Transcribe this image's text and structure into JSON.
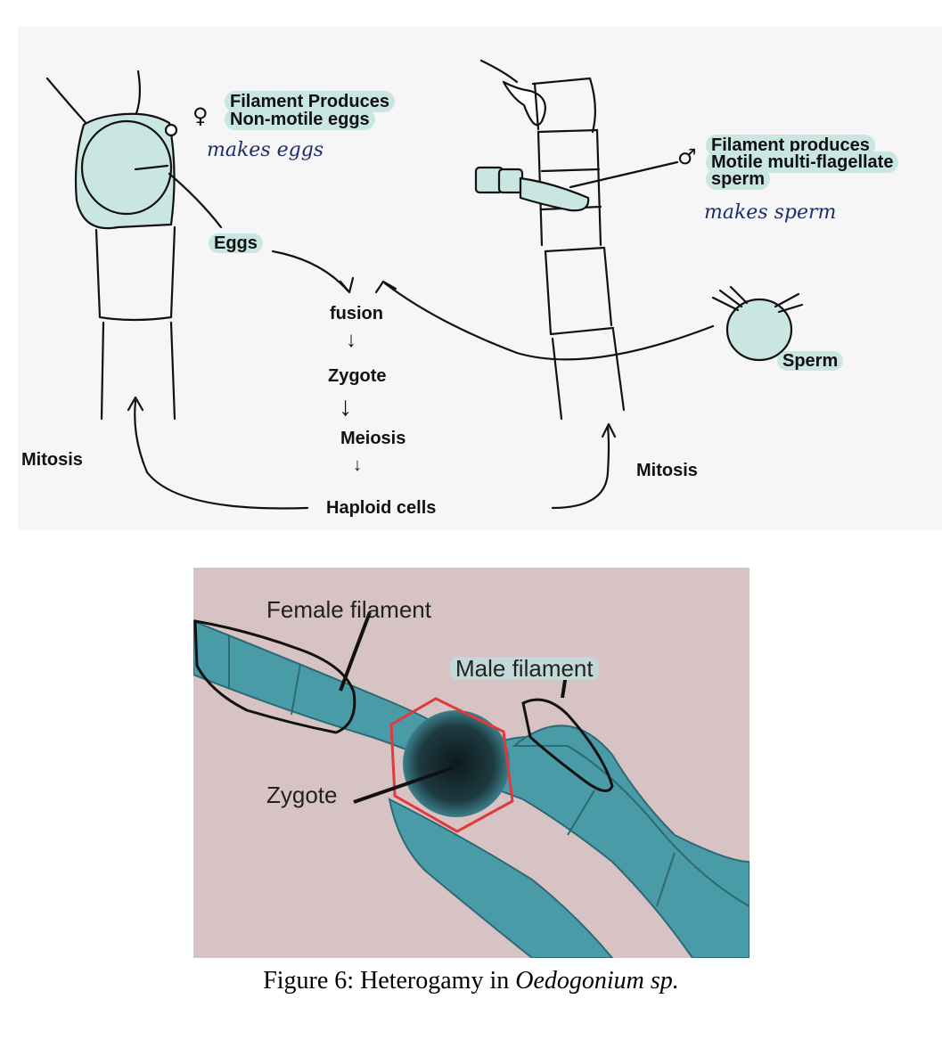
{
  "diagram": {
    "female_note": {
      "line1": "Filament Produces",
      "line2": "Non-motile eggs"
    },
    "female_handwritten": "makes eggs",
    "male_note": {
      "line1": "Filament produces",
      "line2": "Motile multi-flagellate",
      "line3": "sperm"
    },
    "male_handwritten": "makes sperm",
    "female_symbol": "♀",
    "male_symbol": "♂",
    "eggs_label": "Eggs",
    "sperm_label": "Sperm",
    "cycle": {
      "fusion": "fusion",
      "arrow1": "↓",
      "zygote": "Zygote",
      "arrow2": "↓",
      "meiosis": "Meiosis",
      "arrow3": "↓",
      "haploid": "Haploid cells"
    },
    "mitosis_left": "Mitosis",
    "mitosis_right": "Mitosis"
  },
  "photo": {
    "female_label": "Female filament",
    "male_label": "Male filament",
    "zygote_label": "Zygote",
    "filament_color": "#4a9ba8",
    "outline_color": "#e03a3a"
  },
  "caption": {
    "prefix": "Figure 6: Heterogamy in ",
    "species": "Oedogonium sp."
  }
}
